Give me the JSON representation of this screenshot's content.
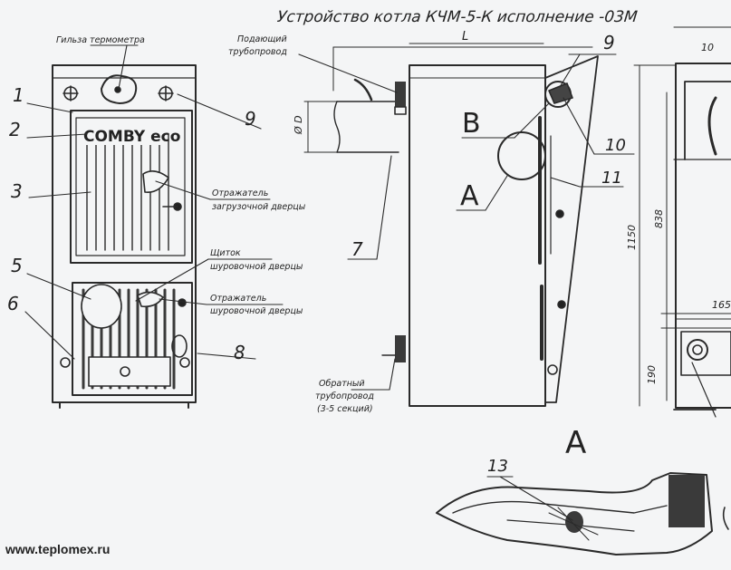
{
  "title": "Устройство котла КЧМ-5-К исполнение -03М",
  "brand": "COMBY eco",
  "website": "www.teplomex.ru",
  "callouts": {
    "thermometer_sleeve": "Гильза термометра",
    "supply_pipe_1": "Подающий",
    "supply_pipe_2": "трубопровод",
    "loading_door_reflector_1": "Отражатель",
    "loading_door_reflector_2": "загрузочной дверцы",
    "ash_door_shield_1": "Щиток",
    "ash_door_shield_2": "шуровочной дверцы",
    "ash_door_reflector_1": "Отражатель",
    "ash_door_reflector_2": "шуровочной дверцы",
    "return_pipe_1": "Обратный",
    "return_pipe_2": "трубопровод",
    "return_pipe_3": "(3-5 секций)"
  },
  "numbers": {
    "n1": "1",
    "n2": "2",
    "n3": "3",
    "n5": "5",
    "n6": "6",
    "n7": "7",
    "n8": "8",
    "n9a": "9",
    "n9b": "9",
    "n10": "10",
    "n11": "11",
    "n13": "13"
  },
  "view_letters": {
    "a_side": "A",
    "b_side": "B",
    "a_detail": "A"
  },
  "dimensions": {
    "length": "L",
    "diameter": "Ø D",
    "height_total": "1150",
    "height_838": "838",
    "height_190": "190",
    "width_165": "165",
    "top_10": "10"
  },
  "colors": {
    "ink": "#222222",
    "paper": "#f4f5f6",
    "shade": "#3a3a3a"
  }
}
